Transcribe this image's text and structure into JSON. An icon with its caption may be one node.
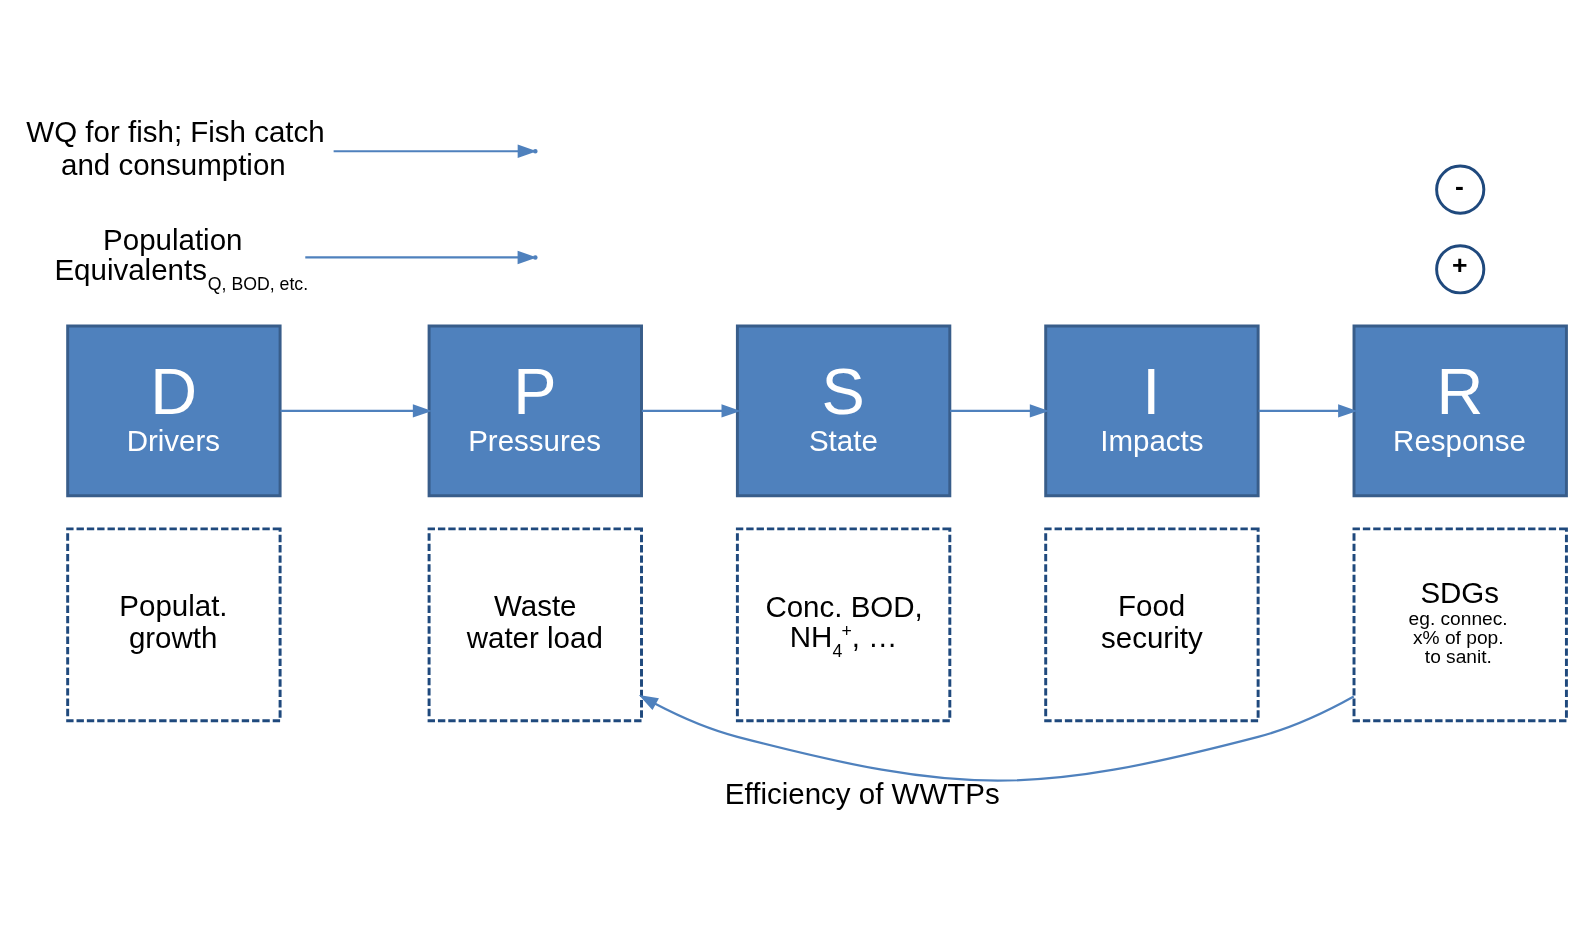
{
  "diagram": {
    "nodes": [
      {
        "text": [
          "D",
          "Drivers"
        ]
      },
      {
        "text": [
          "Populat. growth"
        ]
      },
      {
        "text": [
          "P",
          "Pressures"
        ]
      },
      {
        "text": [
          "Waste water load"
        ]
      },
      {
        "text": [
          "S",
          "State"
        ]
      },
      {
        "text": [
          "Conc. BOD, NH$_{4}$$^{+}$, …"
        ]
      },
      {
        "text": [
          "I",
          "Impacts"
        ]
      },
      {
        "text": [
          "Food security"
        ]
      },
      {
        "text": [
          "R",
          "Response"
        ]
      },
      {
        "text": [
          "SDGs",
          "eg. connec. x% of pop. to sanit."
        ]
      },
      {
        "text": [
          "Population Equivalents$_{Q, BOD, etc.}$"
        ]
      },
      {
        "text": [
          "WQ for fish; Fish catch and consumption"
        ]
      },
      {
        "text": [
          "+"
        ]
      },
      {
        "text": [
          "-"
        ]
      }
    ],
    "edges": [
      {
        "from": 0,
        "to": 2,
        "arrow": "to"
      },
      {
        "from": 2,
        "to": 4,
        "arrow": "to"
      },
      {
        "from": 4,
        "to": 6,
        "arrow": "to"
      },
      {
        "from": 6,
        "to": 8,
        "arrow": "to"
      },
      {
        "from": 10,
        "to": null,
        "arrow": "to"
      },
      {
        "from": 11,
        "to": null,
        "arrow": "to"
      },
      {
        "from": 9,
        "to": 3,
        "arrow": "to",
        "label": "Efficiency of WWTPs"
      }
    ]
  }
}
